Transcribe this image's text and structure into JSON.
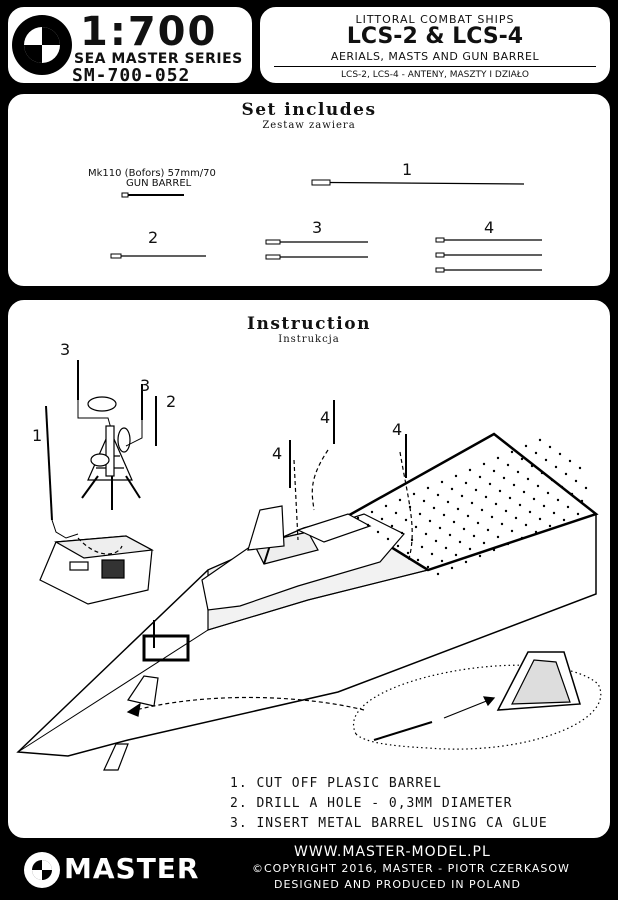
{
  "header": {
    "scale": "1:700",
    "series": "SEA MASTER SERIES",
    "code": "SM-700-052",
    "line1": "LITTORAL COMBAT SHIPS",
    "line2": "LCS-2 & LCS-4",
    "line3": "AERIALS, MASTS AND GUN BARREL",
    "line4": "LCS-2, LCS-4 - ANTENY, MASZTY I DZIAŁO"
  },
  "set": {
    "title": "Set includes",
    "subtitle": "Zestaw zawiera",
    "gun_label_1": "Mk110 (Bofors) 57mm/70",
    "gun_label_2": "GUN BARREL",
    "part_numbers": [
      "1",
      "2",
      "3",
      "4"
    ]
  },
  "instruction": {
    "title": "Instruction",
    "subtitle": "Instrukcja",
    "callouts": [
      "3",
      "3",
      "2",
      "1",
      "4",
      "4",
      "4"
    ],
    "steps": [
      "1. CUT OFF PLASIC BARREL",
      "2. DRILL A HOLE - 0,3MM DIAMETER",
      "3. INSERT METAL BARREL USING CA GLUE"
    ]
  },
  "footer": {
    "brand": "MASTER",
    "website": "WWW.MASTER-MODEL.PL",
    "copyright": "©COPYRIGHT 2016, MASTER - PIOTR CZERKASOW",
    "made": "DESIGNED AND PRODUCED IN POLAND"
  }
}
